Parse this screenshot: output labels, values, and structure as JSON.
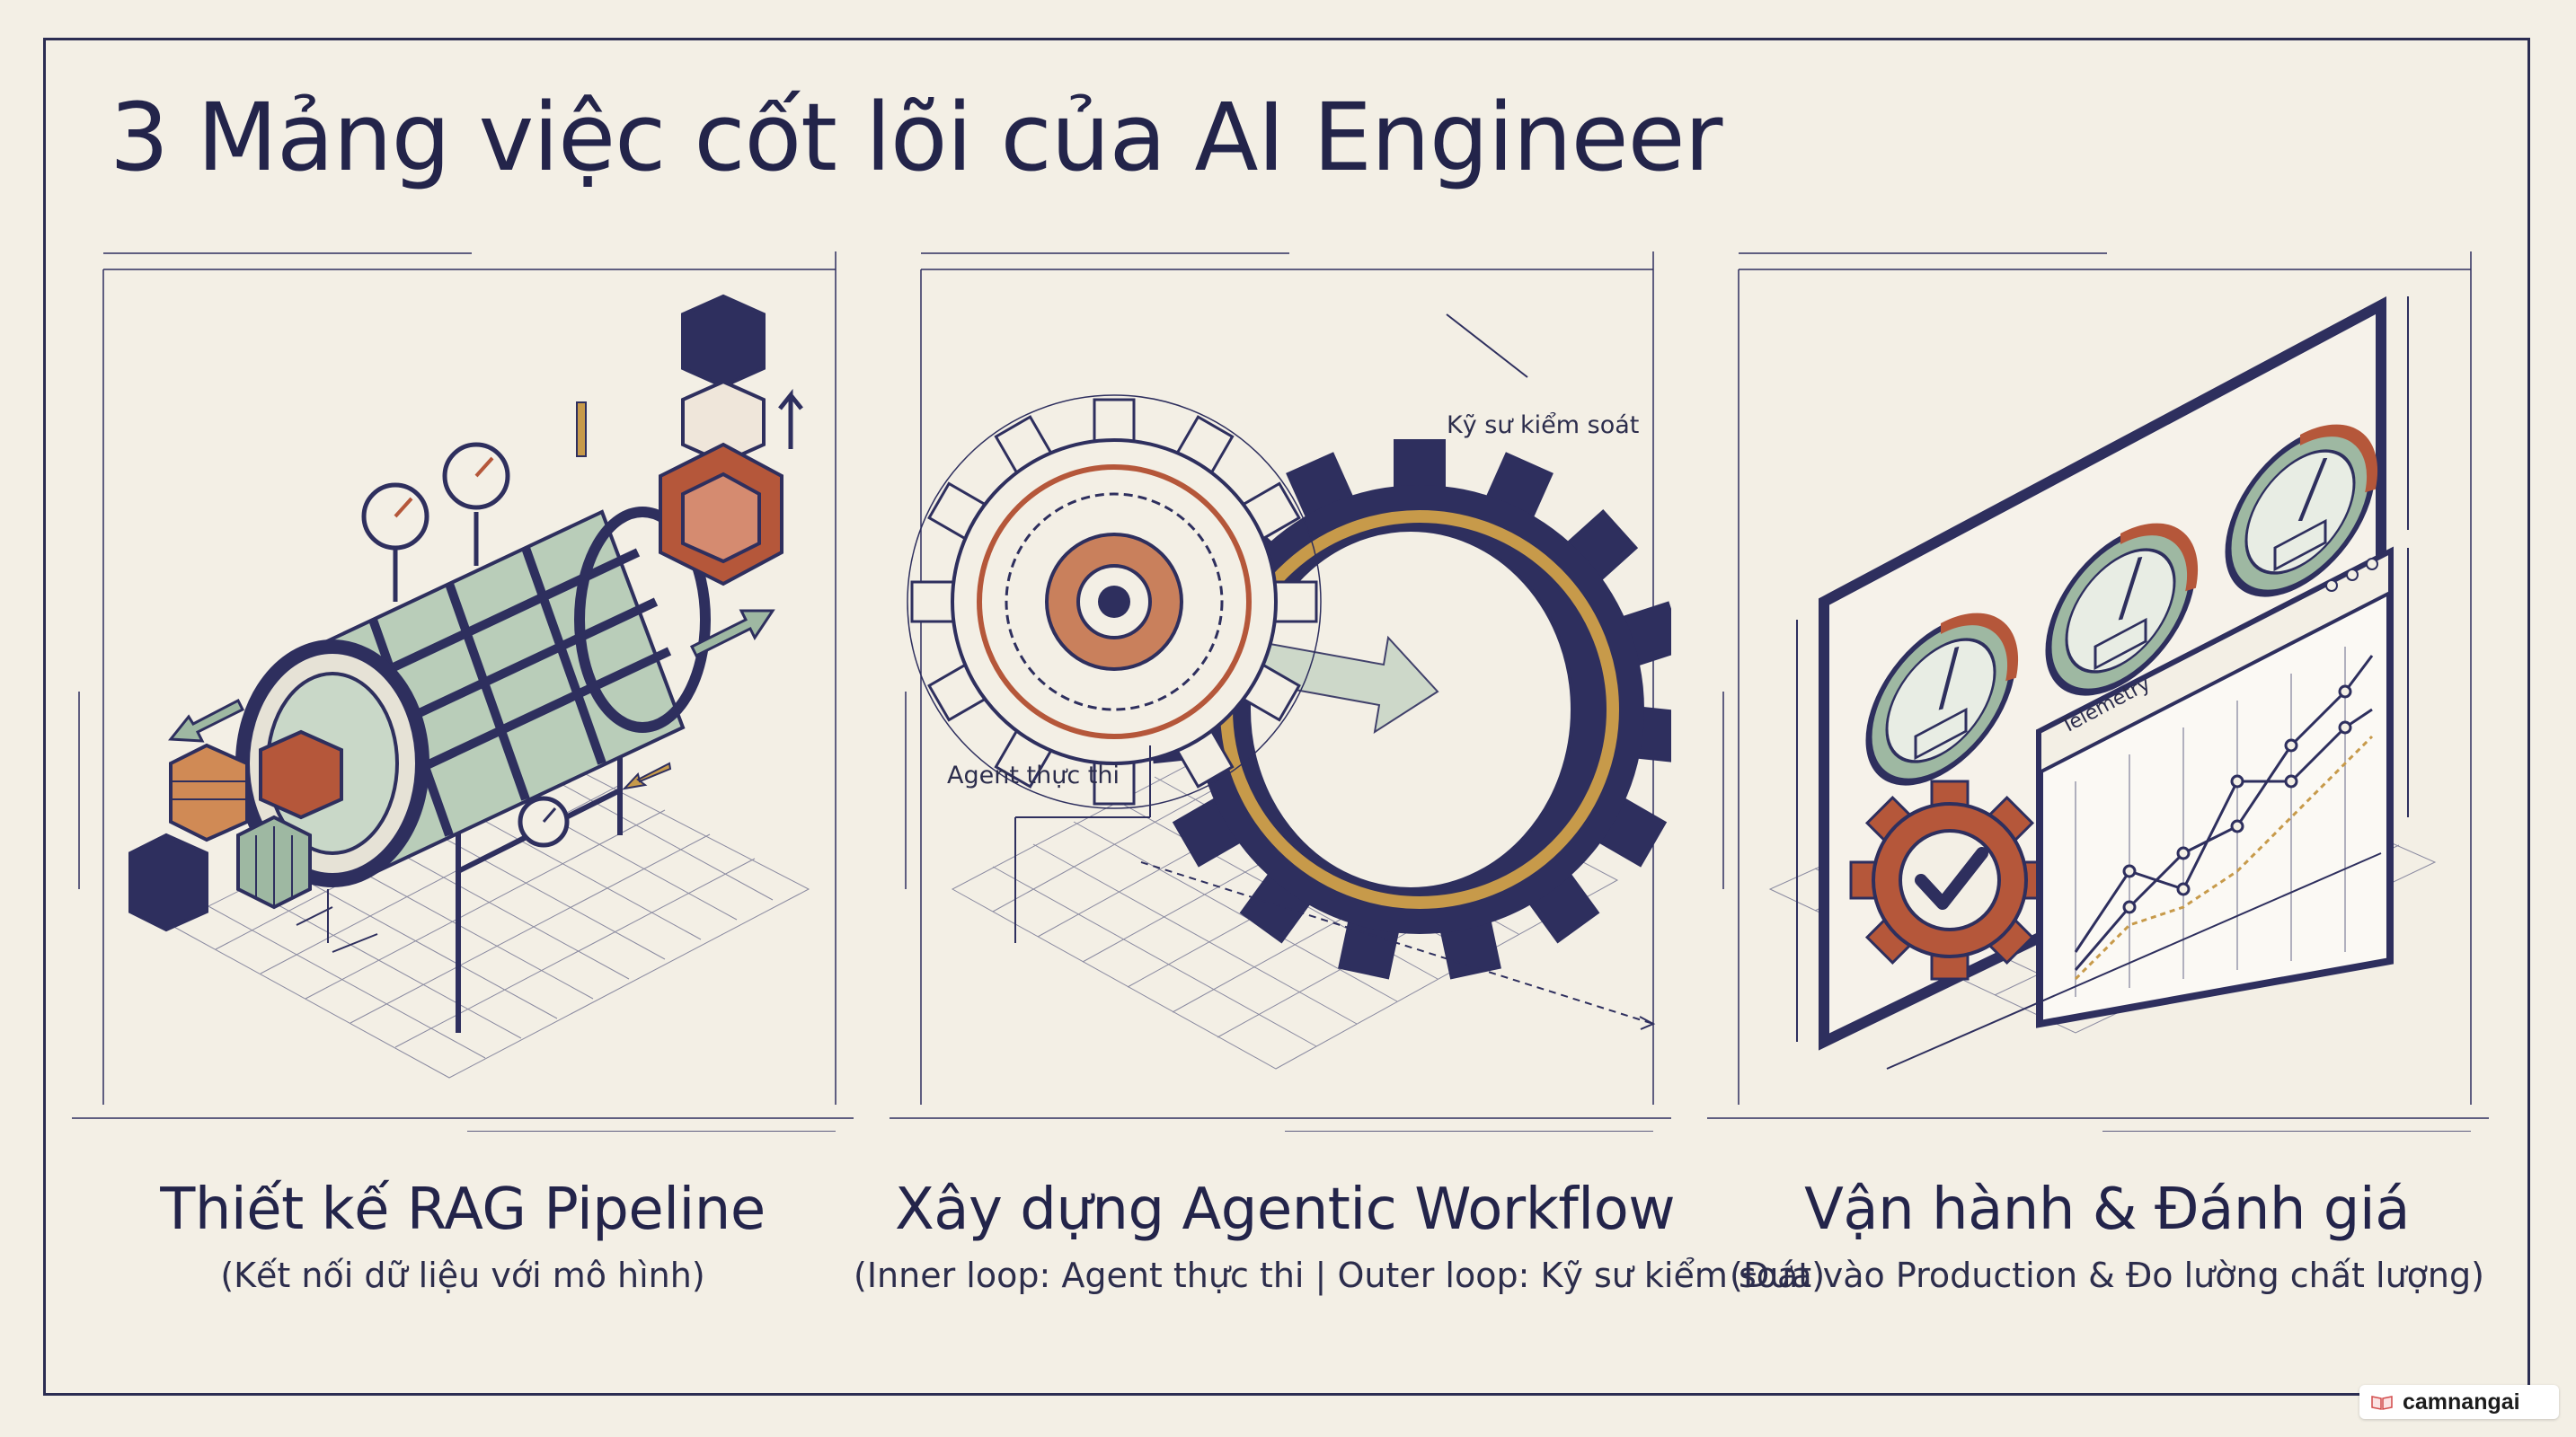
{
  "title": "3 Mảng việc cốt lõi của AI Engineer",
  "panels": [
    {
      "heading": "Thiết kế RAG Pipeline",
      "subheading": "(Kết nối dữ liệu với mô hình)",
      "icon": "rag-pipeline-icon"
    },
    {
      "heading": "Xây dựng Agentic Workflow",
      "subheading": "(Inner loop: Agent thực thi | Outer loop: Kỹ sư kiểm soát)",
      "icon": "agentic-gears-icon",
      "annotations": {
        "outer": "Kỹ sư kiểm soát",
        "inner": "Agent thực thi"
      }
    },
    {
      "heading": "Vận hành & Đánh giá",
      "subheading": "(Đưa vào Production & Đo lường chất lượng)",
      "icon": "telemetry-dashboard-icon",
      "annotations": {
        "chart_title": "Telemetry"
      }
    }
  ],
  "brand": {
    "name": "camnangai"
  },
  "colors": {
    "background": "#f3efe5",
    "ink": "#23244a",
    "navy": "#2e2f5e",
    "rust": "#b5573a",
    "sage": "#9eb8a2",
    "gold": "#c79a4a"
  }
}
